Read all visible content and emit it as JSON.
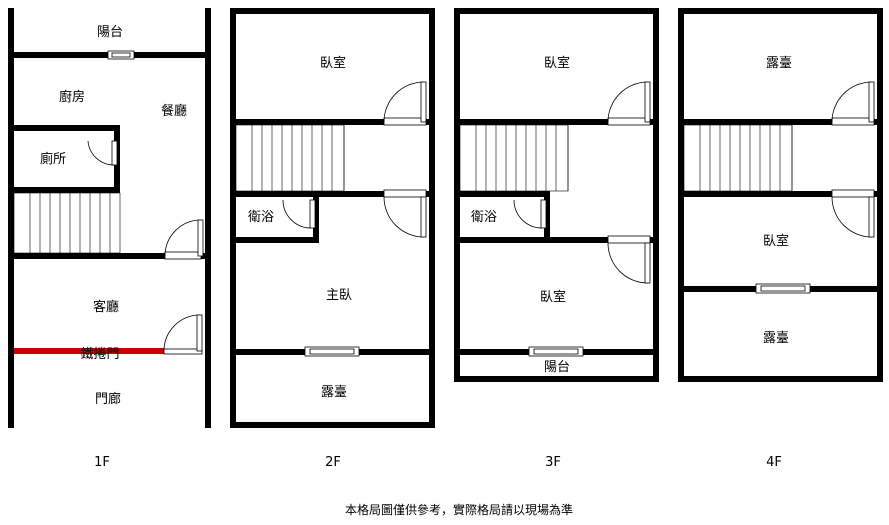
{
  "floors": {
    "f1": {
      "label": "1F",
      "rooms": {
        "balcony": "陽台",
        "kitchen": "廚房",
        "dining": "餐廳",
        "toilet": "廁所",
        "living": "客廳",
        "roller_door": "鐵捲門",
        "porch": "門廊"
      }
    },
    "f2": {
      "label": "2F",
      "rooms": {
        "bedroom": "臥室",
        "bath": "衛浴",
        "master": "主臥",
        "terrace": "露臺"
      }
    },
    "f3": {
      "label": "3F",
      "rooms": {
        "bedroom_top": "臥室",
        "bath": "衛浴",
        "bedroom_bottom": "臥室",
        "balcony": "陽台"
      }
    },
    "f4": {
      "label": "4F",
      "rooms": {
        "terrace_top": "露臺",
        "bedroom": "臥室",
        "terrace_bottom": "露臺"
      }
    }
  },
  "note": "本格局圖僅供參考，實際格局請以現場為準",
  "colors": {
    "wall": "#000000",
    "roller_door": "#cc0000",
    "background": "#ffffff"
  }
}
